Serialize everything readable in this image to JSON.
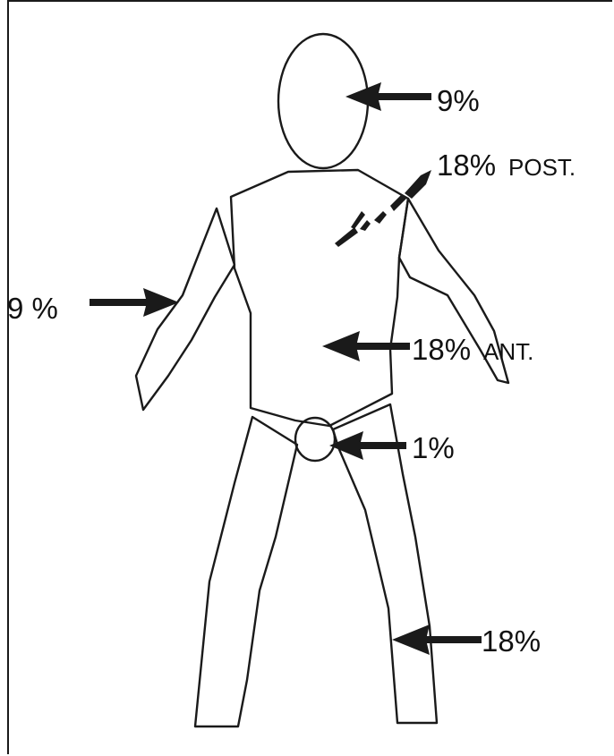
{
  "labels": {
    "head": "9%",
    "back": "18%",
    "back_suffix": "POST.",
    "arm": "9 %",
    "front": "18%",
    "front_suffix": "ANT.",
    "groin": "1%",
    "leg": "18%"
  },
  "colors": {
    "ink": "#1a1a1a",
    "paper": "#ffffff"
  }
}
